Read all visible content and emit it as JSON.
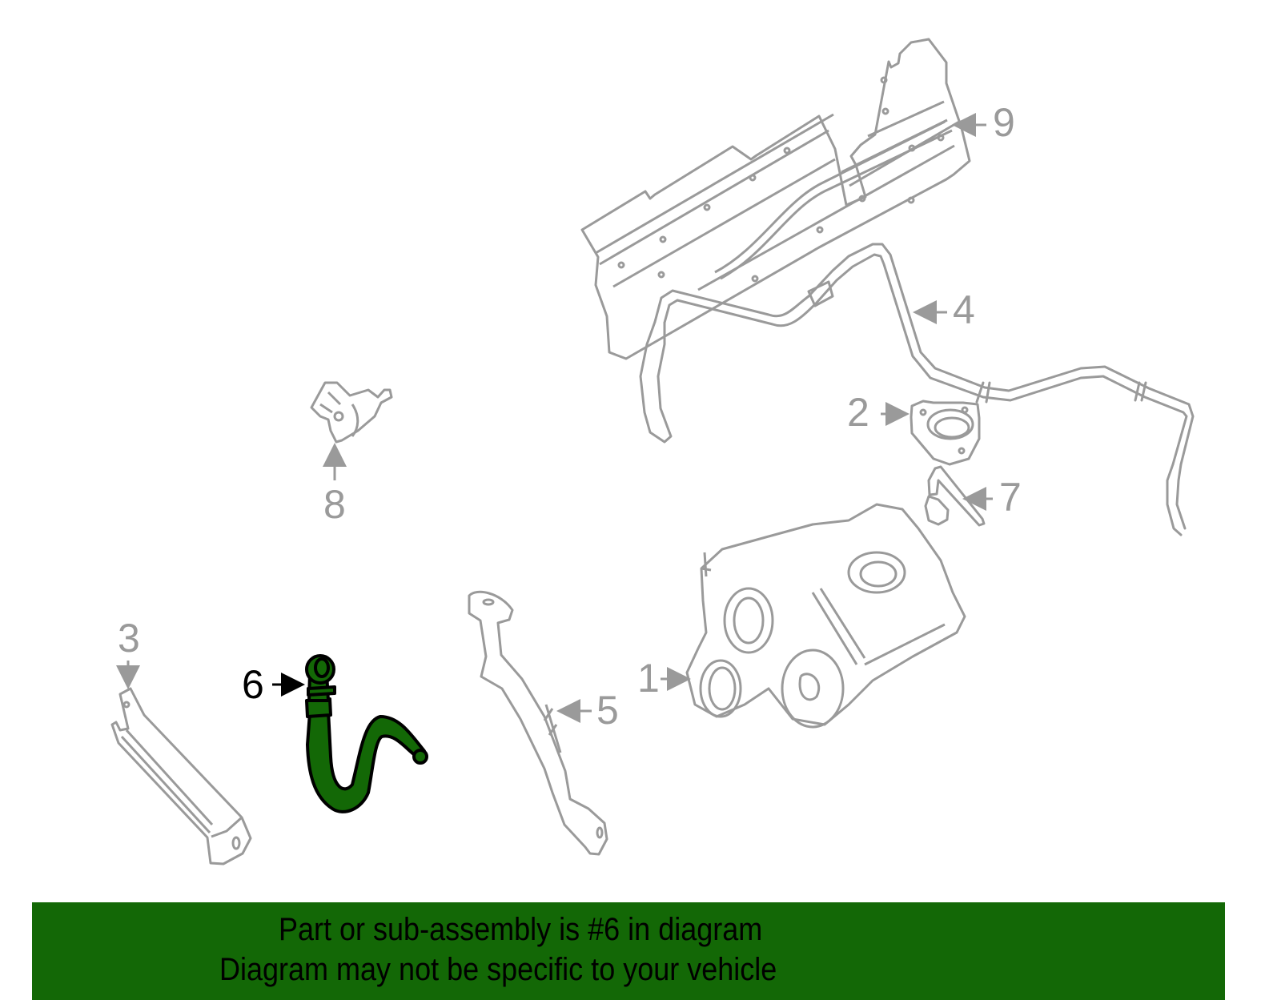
{
  "diagram": {
    "highlighted_part": "6",
    "colors": {
      "line_art": "#9a9a9a",
      "highlight_fill": "#136806",
      "highlight_stroke": "#000000",
      "banner_bg": "#136806",
      "banner_text": "#000000",
      "background": "#ffffff"
    },
    "callouts": [
      {
        "number": "1",
        "part": "turbocharger"
      },
      {
        "number": "2",
        "part": "gasket"
      },
      {
        "number": "3",
        "part": "bracket"
      },
      {
        "number": "4",
        "part": "oil-feed-line"
      },
      {
        "number": "5",
        "part": "oil-return-pipe"
      },
      {
        "number": "6",
        "part": "hose (highlighted)"
      },
      {
        "number": "7",
        "part": "fitting"
      },
      {
        "number": "8",
        "part": "valve"
      },
      {
        "number": "9",
        "part": "heat-shield"
      }
    ]
  },
  "banner": {
    "line1": "Part or sub-assembly is #6 in diagram",
    "line2": "Diagram may not be specific to your vehicle"
  }
}
